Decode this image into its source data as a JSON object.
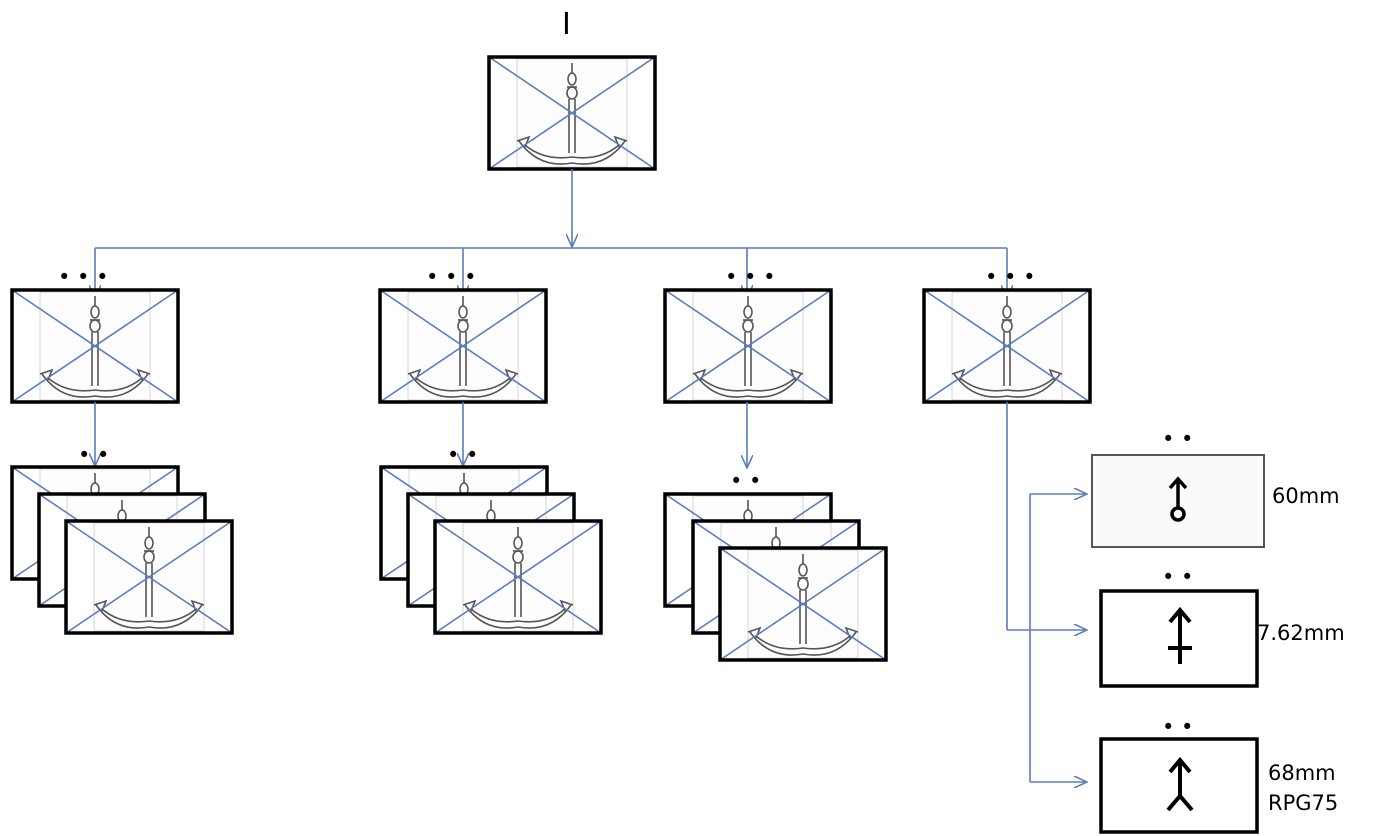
{
  "root": {
    "mark": "I",
    "symbol": "anchor-unit-symbol"
  },
  "connector_color": "#5b7cbf",
  "children": [
    {
      "symbol": "anchor-unit-symbol",
      "dots": "• • •",
      "subunits": 3
    },
    {
      "symbol": "anchor-unit-symbol",
      "dots": "• • •",
      "subunits": 3
    },
    {
      "symbol": "anchor-unit-symbol",
      "dots": "• • •",
      "subunits": 3
    },
    {
      "symbol": "anchor-unit-symbol",
      "dots": "• • •"
    }
  ],
  "weapons": [
    {
      "label": "60mm",
      "symbol": "mortar-symbol",
      "dots": "• •"
    },
    {
      "label": "7.62mm",
      "symbol": "machine-gun-symbol",
      "dots": "• •"
    },
    {
      "label_lines": [
        "68mm",
        "RPG75"
      ],
      "symbol": "rocket-launcher-symbol",
      "dots": "• •"
    }
  ]
}
